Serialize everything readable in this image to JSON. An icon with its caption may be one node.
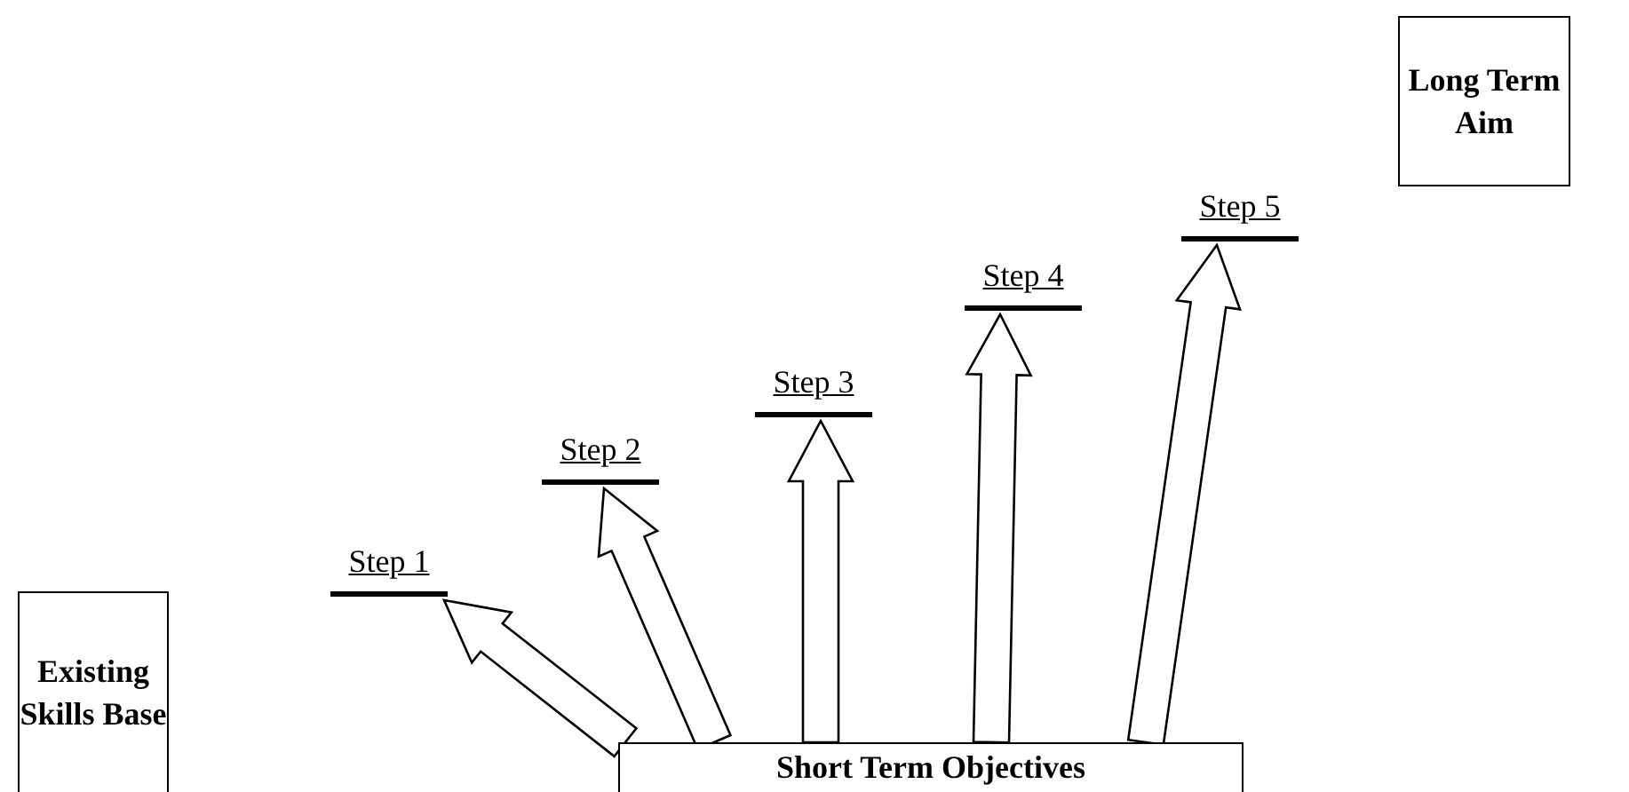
{
  "diagram": {
    "nodes": [
      {
        "text": [
          "Existing Skills Base"
        ]
      },
      {
        "text": [
          "Short Term Objectives"
        ]
      },
      {
        "text": [
          "Long Term Aim"
        ]
      },
      {
        "text": [
          "Step 1"
        ]
      },
      {
        "text": [
          "Step 2"
        ]
      },
      {
        "text": [
          "Step 3"
        ]
      },
      {
        "text": [
          "Step 4"
        ]
      },
      {
        "text": [
          "Step 5"
        ]
      }
    ],
    "edges": [
      {
        "from": 1,
        "to": 3,
        "arrow": "to"
      },
      {
        "from": 1,
        "to": 4,
        "arrow": "to"
      },
      {
        "from": 1,
        "to": 5,
        "arrow": "to"
      },
      {
        "from": 1,
        "to": 6,
        "arrow": "to"
      },
      {
        "from": 1,
        "to": 7,
        "arrow": "to"
      }
    ]
  }
}
